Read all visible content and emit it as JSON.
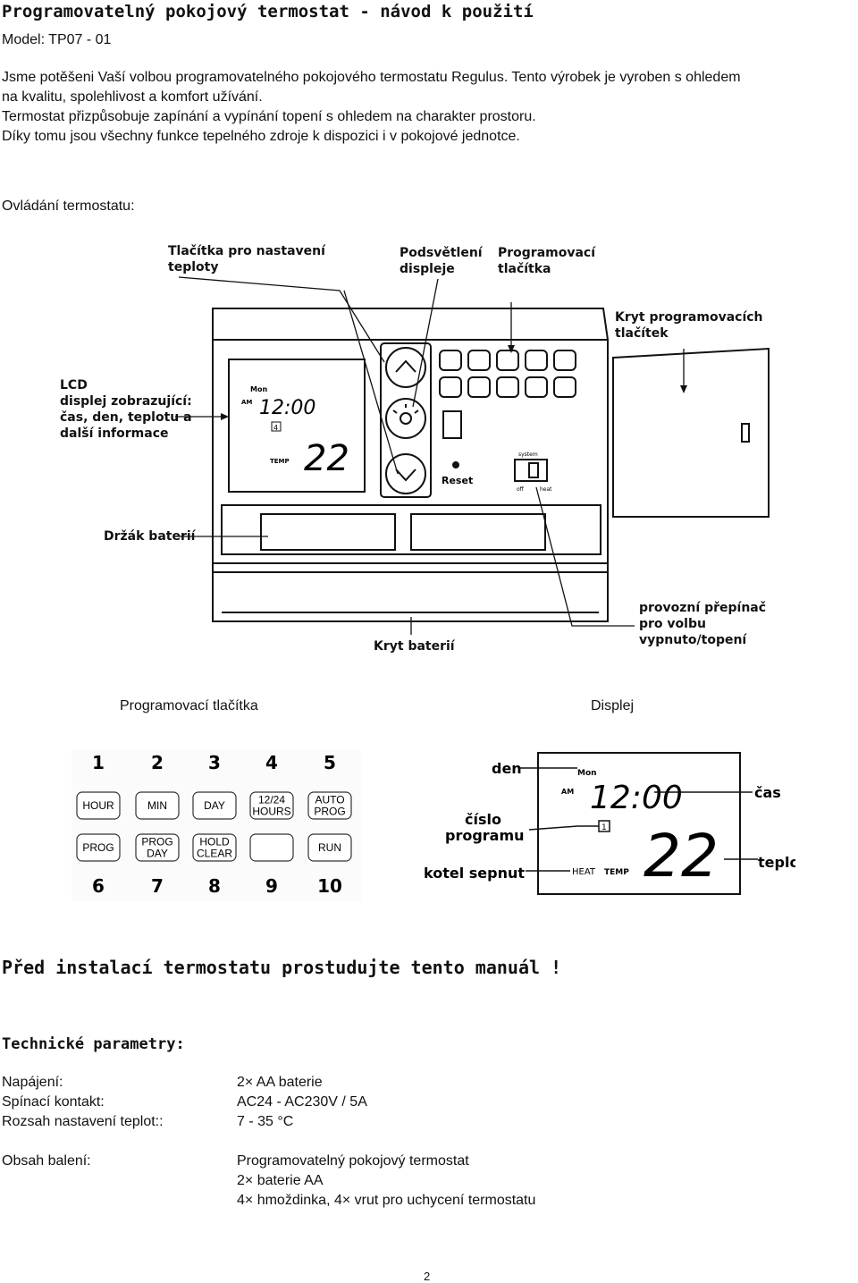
{
  "title": "Programovatelný pokojový termostat - návod k použití",
  "model": "Model: TP07 - 01",
  "intro": [
    "Jsme potěšeni Vaší volbou programovatelného pokojového termostatu Regulus. Tento výrobek je vyroben s ohledem",
    "na kvalitu, spolehlivost a komfort užívání.",
    "Termostat přizpůsobuje zapínání a vypínání topení s ohledem na charakter prostoru.",
    "Díky tomu jsou všechny funkce tepelného zdroje k dispozici i v pokojové jednotce."
  ],
  "controls_heading": "Ovládání termostatu:",
  "device": {
    "callouts": {
      "temp_buttons": [
        "Tlačítka pro nastavení",
        "teploty"
      ],
      "backlight": [
        "Podsvětlení",
        "displeje"
      ],
      "prog_buttons": [
        "Programovací",
        "tlačítka"
      ],
      "cover": [
        "Kryt programovacích",
        "tlačítek"
      ],
      "lcd": [
        "LCD",
        "displej  zobrazující:",
        "čas, den, teplotu a",
        "další informace"
      ],
      "battery_holder": "Držák baterií",
      "battery_cover": "Kryt baterií",
      "switch": [
        "provozní přepínač",
        "pro volbu",
        "vypnuto/topení"
      ]
    },
    "lcd": {
      "day": "Mon",
      "ampm": "AM",
      "time": "12:00",
      "program": "4",
      "temp_label": "TEMP",
      "temp": "22"
    },
    "reset": "Reset",
    "system": "system",
    "switch_off": "off",
    "switch_heat": "heat"
  },
  "prog_buttons_heading": "Programovací tlačítka",
  "display_heading": "Displej",
  "buttons_top": [
    {
      "num": "1",
      "lines": [
        "HOUR"
      ]
    },
    {
      "num": "2",
      "lines": [
        "MIN"
      ]
    },
    {
      "num": "3",
      "lines": [
        "DAY"
      ]
    },
    {
      "num": "4",
      "lines": [
        "12/24",
        "HOURS"
      ]
    },
    {
      "num": "5",
      "lines": [
        "AUTO",
        "PROG"
      ]
    }
  ],
  "buttons_bottom": [
    {
      "num": "6",
      "lines": [
        "PROG"
      ]
    },
    {
      "num": "7",
      "lines": [
        "PROG",
        "DAY"
      ]
    },
    {
      "num": "8",
      "lines": [
        "HOLD",
        "CLEAR"
      ]
    },
    {
      "num": "9",
      "lines": []
    },
    {
      "num": "10",
      "lines": [
        "RUN"
      ]
    }
  ],
  "display": {
    "day": "Mon",
    "ampm": "AM",
    "time": "12:00",
    "program": "1",
    "heat": "HEAT",
    "temp_label": "TEMP",
    "temp": "22",
    "labels": {
      "day": "den",
      "program": [
        "číslo",
        "programu"
      ],
      "boiler": "kotel sepnut",
      "time": "čas",
      "temp": "teplota"
    }
  },
  "warning": "Před instalací termostatu prostudujte tento manuál !",
  "tech_heading": "Technické parametry:",
  "tech": [
    {
      "label": "Napájení:",
      "value": "2× AA baterie"
    },
    {
      "label": "Spínací kontakt:",
      "value": "AC24 - AC230V / 5A"
    },
    {
      "label": "Rozsah nastavení teplot::",
      "value": "7 - 35 °C"
    }
  ],
  "package_label": "Obsah balení:",
  "package": [
    "Programovatelný pokojový termostat",
    "2× baterie AA",
    "4× hmoždinka, 4× vrut pro uchycení termostatu"
  ],
  "page_number": "2"
}
